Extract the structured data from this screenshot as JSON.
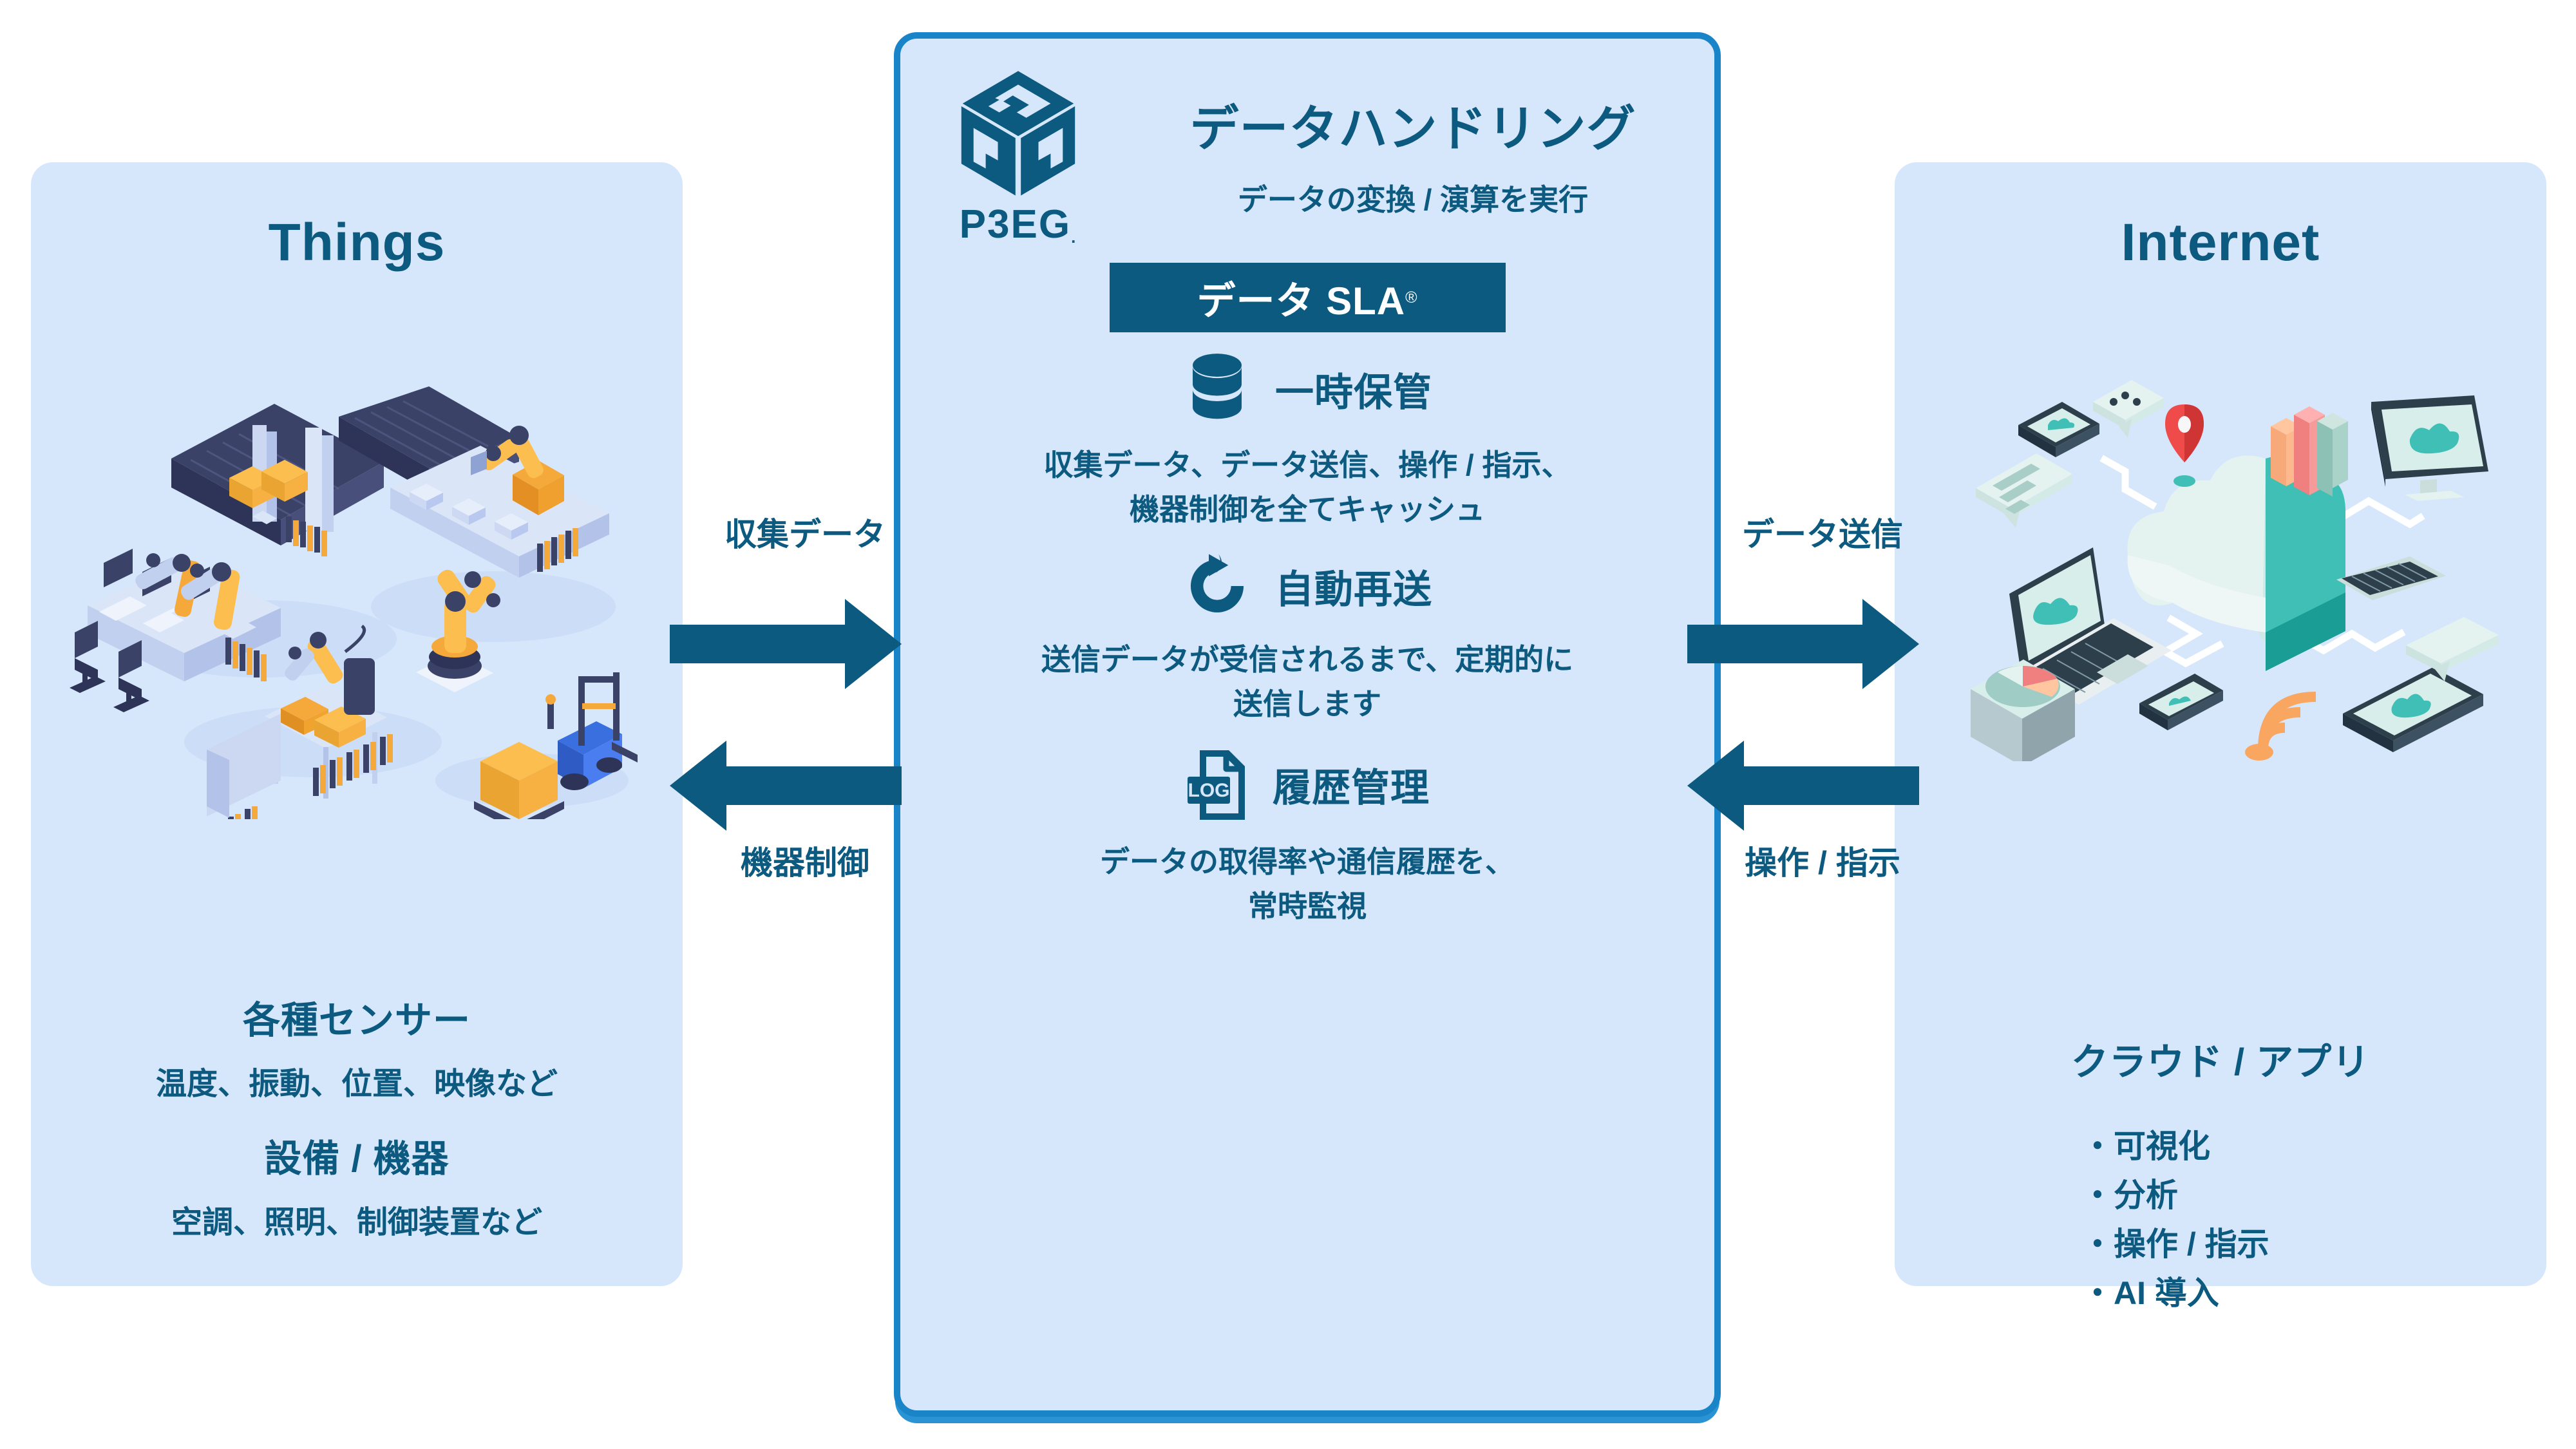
{
  "things_panel": {
    "title": "Things",
    "illustration": "factory-robots-isometric-illustration",
    "sensors_heading": "各種センサー",
    "sensors_detail": "温度、振動、位置、映像など",
    "equipment_heading": "設備 / 機器",
    "equipment_detail": "空調、照明、制御装置など"
  },
  "center_panel": {
    "logo_name": "P3EG",
    "logo_reg": ".",
    "logo_icon": "p3eg-cube-logo-icon",
    "title": "データハンドリング",
    "subtitle": "データの変換 / 演算を実行",
    "sla_badge": "データ SLA",
    "sla_badge_reg": "®",
    "features": [
      {
        "icon": "database-icon",
        "title": "一時保管",
        "desc_line1": "収集データ、データ送信、操作 / 指示、",
        "desc_line2": "機器制御を全てキャッシュ"
      },
      {
        "icon": "refresh-retry-icon",
        "title": "自動再送",
        "desc_line1": "送信データが受信されるまで、定期的に",
        "desc_line2": "送信します"
      },
      {
        "icon": "log-document-icon",
        "title": "履歴管理",
        "desc_line1": "データの取得率や通信履歴を、",
        "desc_line2": "常時監視"
      }
    ]
  },
  "internet_panel": {
    "title": "Internet",
    "illustration": "cloud-computing-isometric-illustration",
    "subtitle": "クラウド / アプリ",
    "bullets": [
      "・可視化",
      "・分析",
      "・操作 / 指示",
      "・AI 導入"
    ]
  },
  "arrows": {
    "left_top_label": "収集データ",
    "left_bottom_label": "機器制御",
    "right_top_label": "データ送信",
    "right_bottom_label": "操作 / 指示"
  },
  "colors": {
    "panel_bg": "#d7e7fb",
    "deep_blue": "#0d5a80",
    "border_blue": "#1a84c8",
    "badge_bg": "#0d5a80",
    "badge_text": "#ffffff"
  }
}
